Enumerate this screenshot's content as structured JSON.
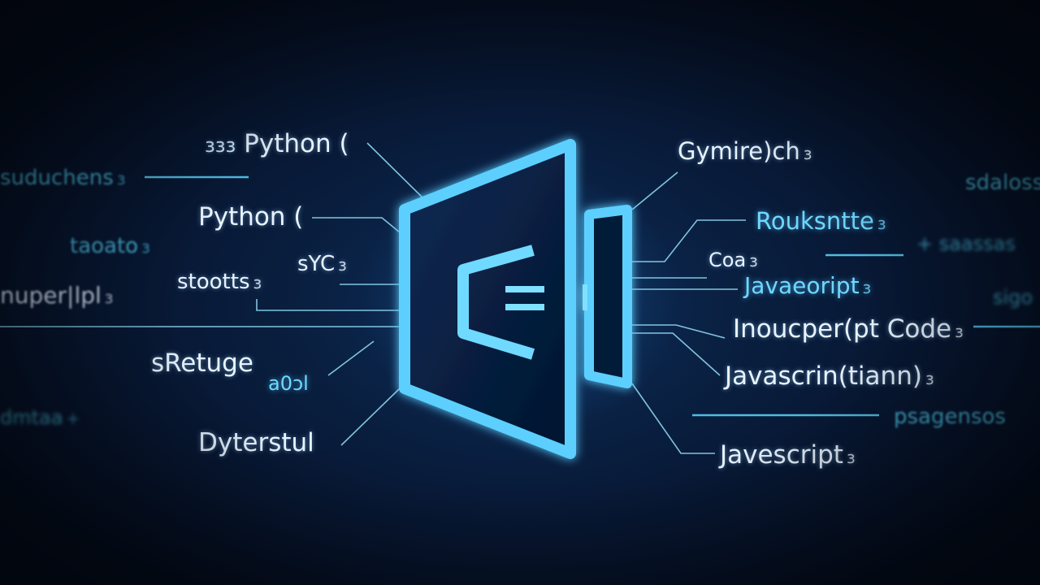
{
  "labels_left": [
    {
      "id": "python-1",
      "text": "Python (",
      "prefix": "ɜɜɜ"
    },
    {
      "id": "python-2",
      "text": "Python ("
    },
    {
      "id": "syc",
      "text": "sYC",
      "suffix": "ɜ"
    },
    {
      "id": "stootts",
      "text": "stootts",
      "suffix": "ɜ"
    },
    {
      "id": "retuge",
      "text": "sRetuge"
    },
    {
      "id": "a0l",
      "text": "a0ɔl"
    },
    {
      "id": "dyterstul",
      "text": "Dyterstul"
    }
  ],
  "labels_left_blurred": [
    {
      "id": "left-blur-1",
      "text": "suduchens",
      "suffix": "ɜ"
    },
    {
      "id": "left-blur-2",
      "text": "taoato",
      "suffix": "ɜ"
    },
    {
      "id": "left-blur-3",
      "text": "nuper|lpl",
      "suffix": "ɜ"
    },
    {
      "id": "left-blur-4",
      "text": "dmtaa",
      "suffix": "+"
    }
  ],
  "labels_right": [
    {
      "id": "gymire",
      "text": "Gymire)ch",
      "suffix": "ɜ"
    },
    {
      "id": "rouksntte",
      "text": "Rouksntte",
      "suffix": "ɜ"
    },
    {
      "id": "coa",
      "text": "Coa",
      "suffix": "ɜ"
    },
    {
      "id": "javascript-1",
      "text": "Javaeoript",
      "suffix": "ɜ"
    },
    {
      "id": "inoucper",
      "text": "Inoucper(pt  Code",
      "suffix": "ɜ"
    },
    {
      "id": "javascript-2",
      "text": "Javascrin(tiann)",
      "suffix": "ɜ"
    },
    {
      "id": "javascript-3",
      "text": "Javescript",
      "suffix": "ɜ"
    }
  ],
  "labels_right_blurred": [
    {
      "id": "right-blur-1",
      "text": "sdaloss"
    },
    {
      "id": "right-blur-2",
      "text": "+ saassas"
    },
    {
      "id": "right-blur-3",
      "text": "sigo"
    },
    {
      "id": "right-blur-4",
      "text": "psagensos"
    }
  ],
  "colors": {
    "background": "#050b1c",
    "glow": "#35b8ff",
    "logo_stroke": "#5fd0ff",
    "line": "#7fd0f0"
  },
  "icon": "code-editor-logo-icon"
}
